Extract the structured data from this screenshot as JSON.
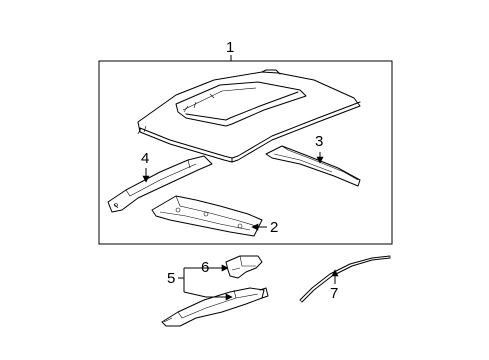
{
  "diagram": {
    "callouts": {
      "c1": "1",
      "c2": "2",
      "c3": "3",
      "c4": "4",
      "c5": "5",
      "c6": "6",
      "c7": "7"
    }
  },
  "colors": {
    "line": "#000000",
    "background": "#ffffff"
  }
}
